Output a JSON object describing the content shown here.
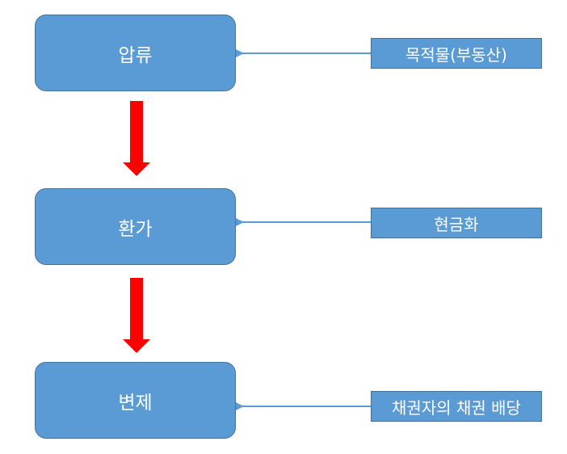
{
  "steps": [
    {
      "label": "압류"
    },
    {
      "label": "환가"
    },
    {
      "label": "변제"
    }
  ],
  "notes": [
    {
      "label": "목적물(부동산)"
    },
    {
      "label": "현금화"
    },
    {
      "label": "채권자의 채권 배당"
    }
  ],
  "colors": {
    "box_fill": "#5b9bd5",
    "box_border": "#41719c",
    "flow_arrow": "#ff0000",
    "connector": "#5b9bd5",
    "text": "#ffffff"
  }
}
